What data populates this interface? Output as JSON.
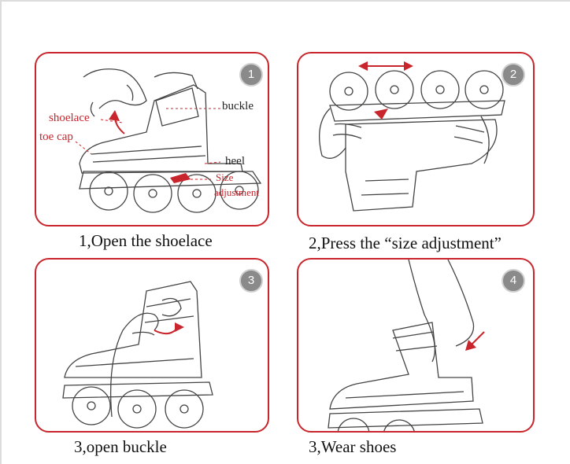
{
  "steps": [
    {
      "number": "1",
      "caption": "1,Open the shoelace"
    },
    {
      "number": "2",
      "caption": "2,Press the “size adjustment”"
    },
    {
      "number": "3",
      "caption": "3,open buckle"
    },
    {
      "number": "4",
      "caption": "3,Wear shoes"
    }
  ],
  "labels": {
    "shoelace": "shoelace",
    "toe_cap": "toe cap",
    "buckle": "buckle",
    "heel": "heel",
    "size": "Size",
    "adjustment": "adjustment"
  },
  "colors": {
    "accent": "#c8252c",
    "line": "#444444",
    "badge": "#8a8a8a"
  }
}
